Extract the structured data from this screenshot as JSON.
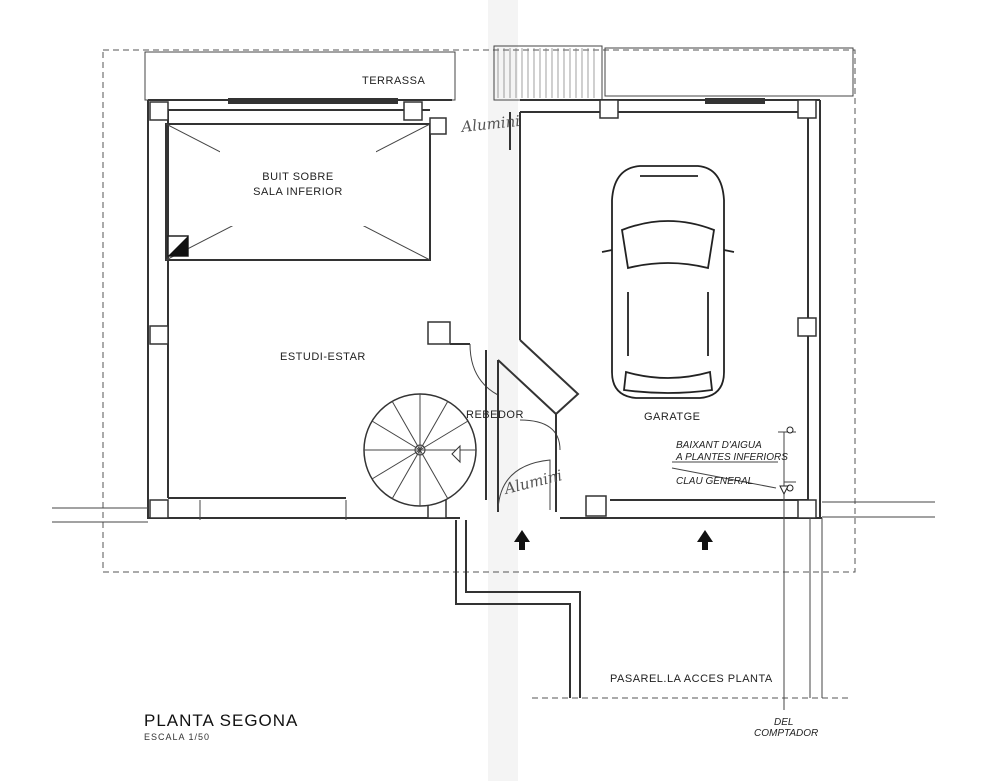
{
  "drawing": {
    "title": "PLANTA SEGONA",
    "scale": "ESCALA 1/50"
  },
  "rooms": {
    "terrace": "TERRASSA",
    "void_line1": "BUIT SOBRE",
    "void_line2": "SALA INFERIOR",
    "study": "ESTUDI-ESTAR",
    "hall": "REBEDOR",
    "garage": "GARATGE",
    "walkway": "PASAREL.LA ACCES PLANTA"
  },
  "annotations": {
    "downpipe_line1": "BAIXANT D'AIGUA",
    "downpipe_line2": "A PLANTES INFERIORS",
    "main_valve": "CLAU GENERAL",
    "meter_line1": "DEL",
    "meter_line2": "COMPTADOR",
    "handwritten_top": "Alumini",
    "handwritten_door": "Alumini"
  }
}
